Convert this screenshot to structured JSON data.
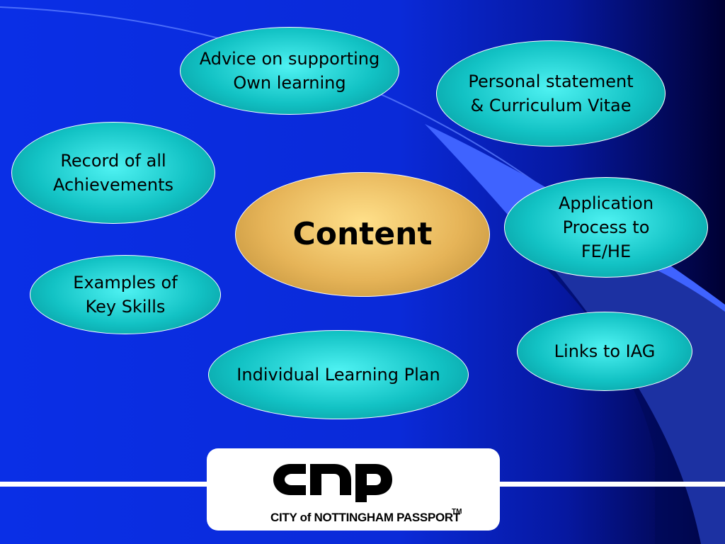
{
  "slide": {
    "colors": {
      "background": "#0a2fe6",
      "bubble": "#12c2c4",
      "center_bubble": "#e6b458",
      "swoosh": "#3f63ff"
    },
    "center": {
      "label": "Content"
    },
    "topics": [
      {
        "label": "Advice on supporting\nOwn learning"
      },
      {
        "label": "Personal statement\n& Curriculum Vitae"
      },
      {
        "label": "Record of all\nAchievements"
      },
      {
        "label": "Application\nProcess to\nFE/HE"
      },
      {
        "label": "Examples of\nKey Skills"
      },
      {
        "label": "Links to IAG"
      },
      {
        "label": "Individual Learning Plan"
      }
    ],
    "logo": {
      "text": "CITY of NOTTINGHAM PASSPORT",
      "trademark": "TM",
      "mark_text": "CNP"
    }
  }
}
